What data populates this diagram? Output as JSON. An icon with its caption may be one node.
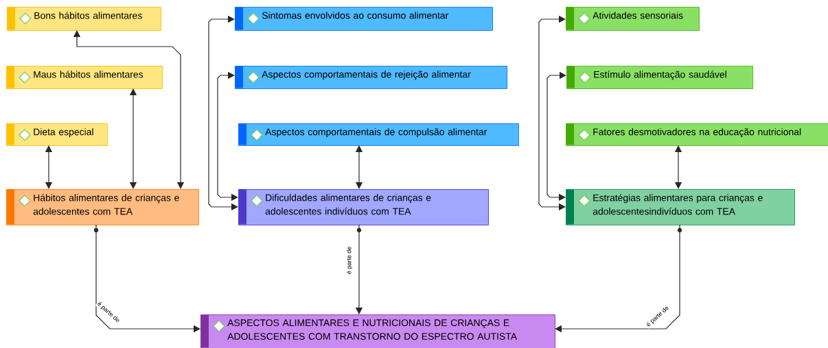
{
  "diagram": {
    "nodes": [
      {
        "text": [
          "Bons hábitos alimentares"
        ]
      },
      {
        "text": [
          "Maus hábitos alimentares"
        ]
      },
      {
        "text": [
          "Dieta especial"
        ]
      },
      {
        "text": [
          "Hábitos alimentares de crianças e adolescentes com TEA"
        ]
      },
      {
        "text": [
          "Sintomas envolvidos ao consumo alimentar"
        ]
      },
      {
        "text": [
          "Aspectos comportamentais de rejeição alimentar"
        ]
      },
      {
        "text": [
          "Aspectos comportamentais de compulsão alimentar"
        ]
      },
      {
        "text": [
          "Dificuldades alimentares de crianças e adolescentes indivíduos com TEA"
        ]
      },
      {
        "text": [
          "Atividades sensoriais"
        ]
      },
      {
        "text": [
          "Estímulo alimentação saudável"
        ]
      },
      {
        "text": [
          "Fatores desmotivadores na educação nutricional"
        ]
      },
      {
        "text": [
          "Estratégias alimentares para crianças e adolescentesindivíduos com TEA"
        ]
      },
      {
        "text": [
          "ASPECTOS ALIMENTARES E NUTRICIONAIS DE CRIANÇAS E ADOLESCENTES COM TRANSTORNO DO ESPECTRO AUTISTA"
        ]
      }
    ],
    "edges": [
      {
        "from": 3,
        "to": 0,
        "arrow": "both"
      },
      {
        "from": 1,
        "to": 3,
        "arrow": "both"
      },
      {
        "from": 2,
        "to": 3,
        "arrow": "both"
      },
      {
        "from": 7,
        "to": 4,
        "arrow": "both"
      },
      {
        "from": 7,
        "to": 5,
        "arrow": "both"
      },
      {
        "from": 6,
        "to": 7,
        "arrow": "both"
      },
      {
        "from": 11,
        "to": 8,
        "arrow": "both"
      },
      {
        "from": 11,
        "to": 9,
        "arrow": "both"
      },
      {
        "from": 10,
        "to": 11,
        "arrow": "both"
      },
      {
        "from": 3,
        "to": 12,
        "arrow": "to",
        "label": "é parte de"
      },
      {
        "from": 7,
        "to": 12,
        "arrow": "to",
        "label": "é parte de"
      },
      {
        "from": 11,
        "to": 12,
        "arrow": "to",
        "label": "é parte de"
      }
    ]
  }
}
